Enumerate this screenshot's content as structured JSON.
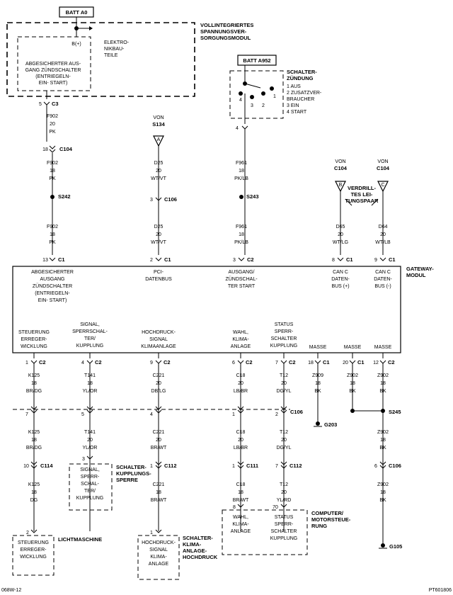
{
  "batt_a0": "BATT A0",
  "batt_a952": "BATT A952",
  "power_module": {
    "title": [
      "VOLLINTEGRIERTES",
      "SPANNUNGSVER-",
      "SORGUNGSMODUL"
    ],
    "bplus": "B(+)",
    "electronics": [
      "ELEKTRO-",
      "NIKBAU-",
      "TEILE"
    ],
    "fused": [
      "ABGESICHERTER AUS-",
      "GANG ZÜNDSCHALTER",
      "(ENTRIEGELN-",
      "EIN- START)"
    ],
    "conn_pin": "5",
    "conn": "C3"
  },
  "ign_switch": {
    "title": [
      "SCHALTER-",
      "ZÜNDUNG"
    ],
    "positions": [
      "1 AUS",
      "2 ZUSATZVER-",
      "BRAUCHER",
      "3 EIN",
      "4 START"
    ],
    "contacts": [
      "4",
      "3",
      "2",
      "1"
    ],
    "pin": "4"
  },
  "wire_f902": {
    "lines": [
      "F902",
      "20",
      "PK"
    ],
    "lines2": [
      "F902",
      "18",
      "PK"
    ],
    "lines3": [
      "F902",
      "18",
      "PK"
    ],
    "c104_pin": "18",
    "c104": "C104",
    "splice": "S242",
    "c1_pin": "13",
    "c1": "C1"
  },
  "wire_d25": {
    "von": "VON",
    "von_src": "S134",
    "tag": "A",
    "lines": [
      "D25",
      "20",
      "WT/VT"
    ],
    "lines2": [
      "D25",
      "20",
      "WT/VT"
    ],
    "c106_pin": "3",
    "c106": "C106",
    "c1_pin": "2",
    "c1": "C1"
  },
  "wire_f961": {
    "lines": [
      "F961",
      "18",
      "PK/LB"
    ],
    "lines2": [
      "F961",
      "18",
      "PK/LB"
    ],
    "splice": "S243",
    "c2_pin": "3",
    "c2": "C2"
  },
  "can_bus": {
    "von1": "VON",
    "src1": "C104",
    "tag1": "B",
    "von2": "VON",
    "src2": "C104",
    "tag2": "C",
    "twisted": [
      "VERDRILL-",
      "TES LEI-",
      "TUNGSPAAR"
    ],
    "d65": [
      "D65",
      "20",
      "WT/LG"
    ],
    "d64": [
      "D64",
      "20",
      "WT/LB"
    ],
    "pin8": "8",
    "c1a": "C1",
    "pin9": "9",
    "c1b": "C1"
  },
  "gateway": {
    "title": [
      "GATEWAY-",
      "MODUL"
    ],
    "top_labels": [
      [
        "ABGESICHERTER",
        "AUSGANG",
        "ZÜNDSCHALTER",
        "(ENTRIEGELN-",
        "EIN- START)"
      ],
      [
        "PCI-",
        "DATENBUS"
      ],
      [
        "AUSGANG/",
        "ZÜNDSCHAL-",
        "TER START"
      ],
      [
        "CAN C",
        "DATEN-",
        "BUS (+)"
      ],
      [
        "CAN C",
        "DATEN-",
        "BUS (-)"
      ]
    ],
    "bottom_labels": [
      [
        "STEUERUNG",
        "ERREGER-",
        "WICKLUNG"
      ],
      [
        "SIGNAL,",
        "SPERRSCHAL-",
        "TER/",
        "KUPPLUNG"
      ],
      [
        "HOCHDRUCK-",
        "SIGNAL",
        "KLIMAANLAGE"
      ],
      [
        "WAHL,",
        "KLIMA-",
        "ANLAGE"
      ],
      [
        "STATUS",
        "SPERR-",
        "SCHALTER",
        "KUPPLUNG"
      ],
      [
        "MASSE"
      ],
      [
        "MASSE"
      ],
      [
        "MASSE"
      ]
    ]
  },
  "bottom_pins": [
    {
      "pin": "1",
      "conn": "C2"
    },
    {
      "pin": "4",
      "conn": "C2"
    },
    {
      "pin": "9",
      "conn": "C2"
    },
    {
      "pin": "6",
      "conn": "C2"
    },
    {
      "pin": "7",
      "conn": "C2"
    },
    {
      "pin": "18",
      "conn": "C1"
    },
    {
      "pin": "20",
      "conn": "C1"
    },
    {
      "pin": "12",
      "conn": "C2"
    }
  ],
  "wires_a": [
    [
      "K125",
      "18",
      "BR/DG"
    ],
    [
      "T141",
      "18",
      "YL/OR"
    ],
    [
      "C221",
      "20",
      "DB/LG"
    ],
    [
      "C18",
      "20",
      "LB/BR"
    ],
    [
      "T12",
      "20",
      "DG/YL"
    ],
    [
      "Z909",
      "18",
      "BK"
    ],
    [
      "Z902",
      "18",
      "BK"
    ],
    [
      "Z902",
      "18",
      "BK"
    ]
  ],
  "c106_row": {
    "pins": [
      "7",
      "5",
      "4",
      "1",
      "2"
    ],
    "conn": "C106"
  },
  "wires_b": [
    [
      "K125",
      "18",
      "BR/DG"
    ],
    [
      "T141",
      "20",
      "YL/OR"
    ],
    [
      "C221",
      "20",
      "BR/WT"
    ],
    [
      "C18",
      "20",
      "LB/BR"
    ],
    [
      "T12",
      "20",
      "DG/YL"
    ],
    [
      "Z902",
      "18",
      "BK"
    ]
  ],
  "g203": "G203",
  "s245": "S245",
  "row3": {
    "c114_pin": "10",
    "c114": "C114",
    "c112a_pin": "1",
    "c112a": "C112",
    "c111_pin": "1",
    "c111": "C111",
    "c112b_pin": "7",
    "c112b": "C112",
    "c106_pin": "6",
    "c106": "C106",
    "sperre_pin": "3"
  },
  "wires_c": [
    [
      "K125",
      "18",
      "DG"
    ],
    [
      "C221",
      "18",
      "BR/WT"
    ],
    [
      "C18",
      "18",
      "BR/WT"
    ],
    [
      "T12",
      "20",
      "YL/RD"
    ],
    [
      "Z902",
      "18",
      "BK"
    ]
  ],
  "lichtmaschine": {
    "pin": "2",
    "box": [
      "STEUERUNG",
      "ERREGER-",
      "WICKLUNG"
    ],
    "title": "LICHTMASCHINE"
  },
  "kupplungssperre": {
    "box": [
      "SIGNAL,",
      "SPERR-",
      "SCHAL-",
      "TER/",
      "KUPPLUNG"
    ],
    "title": [
      "SCHALTER-",
      "KUPPLUNGS-",
      "SPERRE"
    ]
  },
  "klima_hochdruck": {
    "pin": "1",
    "box": [
      "HOCHDRUCK-",
      "SIGNAL",
      "KLIMA-",
      "ANLAGE"
    ],
    "title": [
      "SCHALTER-",
      "KLIMA-",
      "ANLAGE-",
      "HOCHDRUCK"
    ]
  },
  "pcm": {
    "pin_a": "8",
    "pin_b": "70",
    "box_a": [
      "WAHL,",
      "KLIMA-",
      "ANLAGE"
    ],
    "box_b": [
      "STATUS",
      "SPERR-",
      "SCHALTER",
      "KUPPLUNG"
    ],
    "title": [
      "COMPUTER/",
      "MOTORSTEUE-",
      "RUNG"
    ]
  },
  "g105": "G105",
  "footer_left": "068W-12",
  "footer_right": "PT601806"
}
